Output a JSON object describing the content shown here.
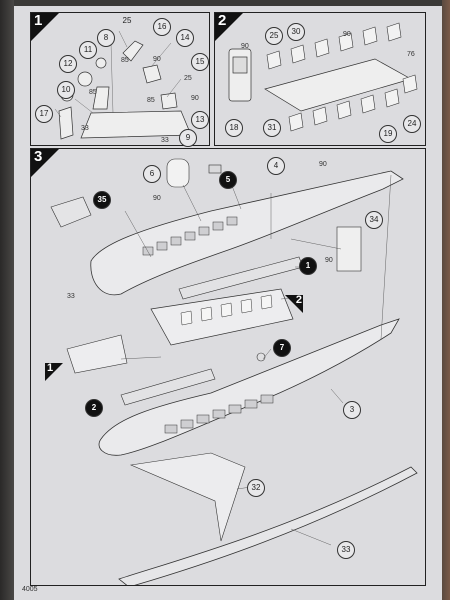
{
  "steps": {
    "s1": "1",
    "s2": "2",
    "s3": "3"
  },
  "step1": {
    "callouts": [
      "25",
      "16",
      "8",
      "14",
      "11",
      "12",
      "85",
      "90",
      "10",
      "85",
      "15",
      "25",
      "85",
      "90",
      "17",
      "13",
      "33",
      "9",
      "33"
    ]
  },
  "step2": {
    "callouts": [
      "25",
      "30",
      "90",
      "90",
      "76",
      "18",
      "31",
      "19",
      "24"
    ]
  },
  "step3": {
    "callouts": [
      "6",
      "4",
      "90",
      "90",
      "5",
      "35",
      "34",
      "1",
      "90",
      "33",
      "2",
      "1",
      "7",
      "2",
      "3",
      "32",
      "33"
    ]
  },
  "footer": {
    "code": "4005"
  }
}
